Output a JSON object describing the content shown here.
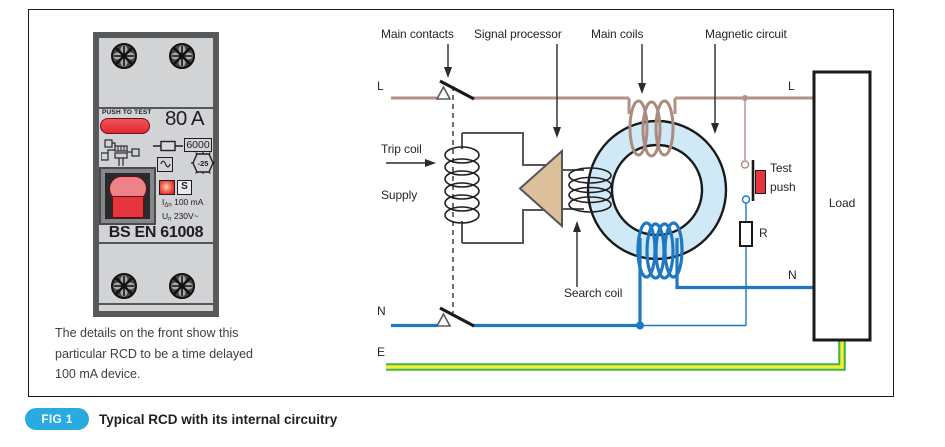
{
  "figure": {
    "badge": "FIG 1",
    "caption": "Typical RCD with its internal circuitry"
  },
  "device": {
    "push_to_test": "PUSH TO TEST",
    "rating": "80 A",
    "breaking_capacity": "6000",
    "temp_rating": "-25",
    "s_type": "S",
    "sensitivity": {
      "prefix": "I",
      "sub": "Δn",
      "value": " 100 mA"
    },
    "voltage": {
      "prefix": "U",
      "sub": "n",
      "value": " 230V~"
    },
    "standard": "BS EN 61008",
    "note_lines": [
      "The details on the front show this",
      "particular RCD to be a time delayed",
      "100 mA device."
    ]
  },
  "diagram": {
    "labels": {
      "main_contacts": "Main contacts",
      "signal_processor": "Signal processor",
      "main_coils": "Main coils",
      "magnetic_circuit": "Magnetic circuit",
      "trip_coil": "Trip coil",
      "supply": "Supply",
      "search_coil": "Search coil",
      "test_line1": "Test",
      "test_line2": "push",
      "load": "Load",
      "resistor": "R",
      "line_left": "L",
      "line_right": "L",
      "neutral_left": "N",
      "neutral_right": "N",
      "earth": "E"
    },
    "colors": {
      "line_conductor": "#b29288",
      "neutral_conductor": "#1f78c1",
      "earth_green": "#3ab54a",
      "earth_yellow": "#f9ed32",
      "core_fill": "#cfe9f7",
      "amplifier_fill": "#dcbf9b",
      "test_button_red": "#e8353d",
      "badge_blue": "#29abe2"
    }
  }
}
